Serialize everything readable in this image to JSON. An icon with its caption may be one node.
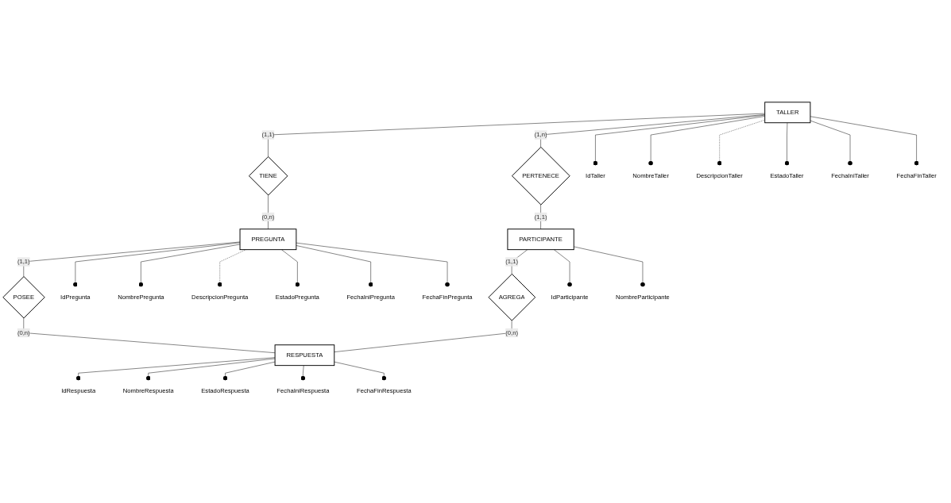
{
  "diagram": {
    "nodes": [
      {
        "text": [
          "TALLER"
        ]
      },
      {
        "text": [
          "TIENE"
        ]
      },
      {
        "text": [
          "PREGUNTA"
        ]
      },
      {
        "text": [
          "PERTENECE"
        ]
      },
      {
        "text": [
          "POSEE"
        ]
      },
      {
        "text": [
          "PARTICIPANTE"
        ]
      },
      {
        "text": [
          "AGREGA"
        ]
      },
      {
        "text": [
          "RESPUESTA"
        ]
      },
      {
        "text": [
          "IdTaller"
        ]
      },
      {
        "text": [
          "NombreTaller"
        ]
      },
      {
        "text": [
          "DescripcionTaller"
        ]
      },
      {
        "text": [
          "EstadoTaller"
        ]
      },
      {
        "text": [
          "FechaIniTaller"
        ]
      },
      {
        "text": [
          "FechaFinTaller"
        ]
      },
      {
        "text": [
          "IdPregunta"
        ]
      },
      {
        "text": [
          "NombrePregunta"
        ]
      },
      {
        "text": [
          "DescripcionPregunta"
        ]
      },
      {
        "text": [
          "EstadoPregunta"
        ]
      },
      {
        "text": [
          "FechaIniPregunta"
        ]
      },
      {
        "text": [
          "FechaFinPregunta"
        ]
      },
      {
        "text": [
          "IdParticipante"
        ]
      },
      {
        "text": [
          "NombreParticipante"
        ]
      },
      {
        "text": [
          "IdRespuesta"
        ]
      },
      {
        "text": [
          "NombreRespuesta"
        ]
      },
      {
        "text": [
          "EstadoRespuesta"
        ]
      },
      {
        "text": [
          "FechaIniRespuesta"
        ]
      },
      {
        "text": [
          "FechaFinRespuesta"
        ]
      }
    ],
    "edges": [
      {
        "from": 0,
        "to": 1,
        "arrow": "none",
        "label": "(1,1)"
      },
      {
        "from": 1,
        "to": 2,
        "arrow": "none",
        "label": "(0,n)"
      },
      {
        "from": 0,
        "to": 3,
        "arrow": "none",
        "label": "(1,n)"
      },
      {
        "from": 2,
        "to": 4,
        "arrow": "none",
        "label": "(1,1)"
      },
      {
        "from": 3,
        "to": 5,
        "arrow": "none",
        "label": "(1,1)"
      },
      {
        "from": 4,
        "to": 7,
        "arrow": "none",
        "label": "(0,n)"
      },
      {
        "from": 5,
        "to": 6,
        "arrow": "none",
        "label": "(1,1)"
      },
      {
        "from": 6,
        "to": 7,
        "arrow": "none",
        "label": "(0,n)"
      },
      {
        "from": 0,
        "to": 8,
        "arrow": "other"
      },
      {
        "from": 0,
        "to": 9,
        "arrow": "other"
      },
      {
        "from": 0,
        "to": 10,
        "arrow": "other",
        "style": "dashed"
      },
      {
        "from": 0,
        "to": 11,
        "arrow": "other"
      },
      {
        "from": 0,
        "to": 12,
        "arrow": "other"
      },
      {
        "from": 0,
        "to": 13,
        "arrow": "other"
      },
      {
        "from": 2,
        "to": 14,
        "arrow": "other"
      },
      {
        "from": 2,
        "to": 15,
        "arrow": "other"
      },
      {
        "from": 2,
        "to": 16,
        "arrow": "other",
        "style": "dashed"
      },
      {
        "from": 2,
        "to": 17,
        "arrow": "other"
      },
      {
        "from": 2,
        "to": 18,
        "arrow": "other"
      },
      {
        "from": 2,
        "to": 19,
        "arrow": "other"
      },
      {
        "from": 5,
        "to": 20,
        "arrow": "other"
      },
      {
        "from": 5,
        "to": 21,
        "arrow": "other"
      },
      {
        "from": 7,
        "to": 22,
        "arrow": "other"
      },
      {
        "from": 7,
        "to": 23,
        "arrow": "other"
      },
      {
        "from": 7,
        "to": 24,
        "arrow": "other"
      },
      {
        "from": 7,
        "to": 25,
        "arrow": "other"
      },
      {
        "from": 7,
        "to": 26,
        "arrow": "other"
      }
    ]
  }
}
